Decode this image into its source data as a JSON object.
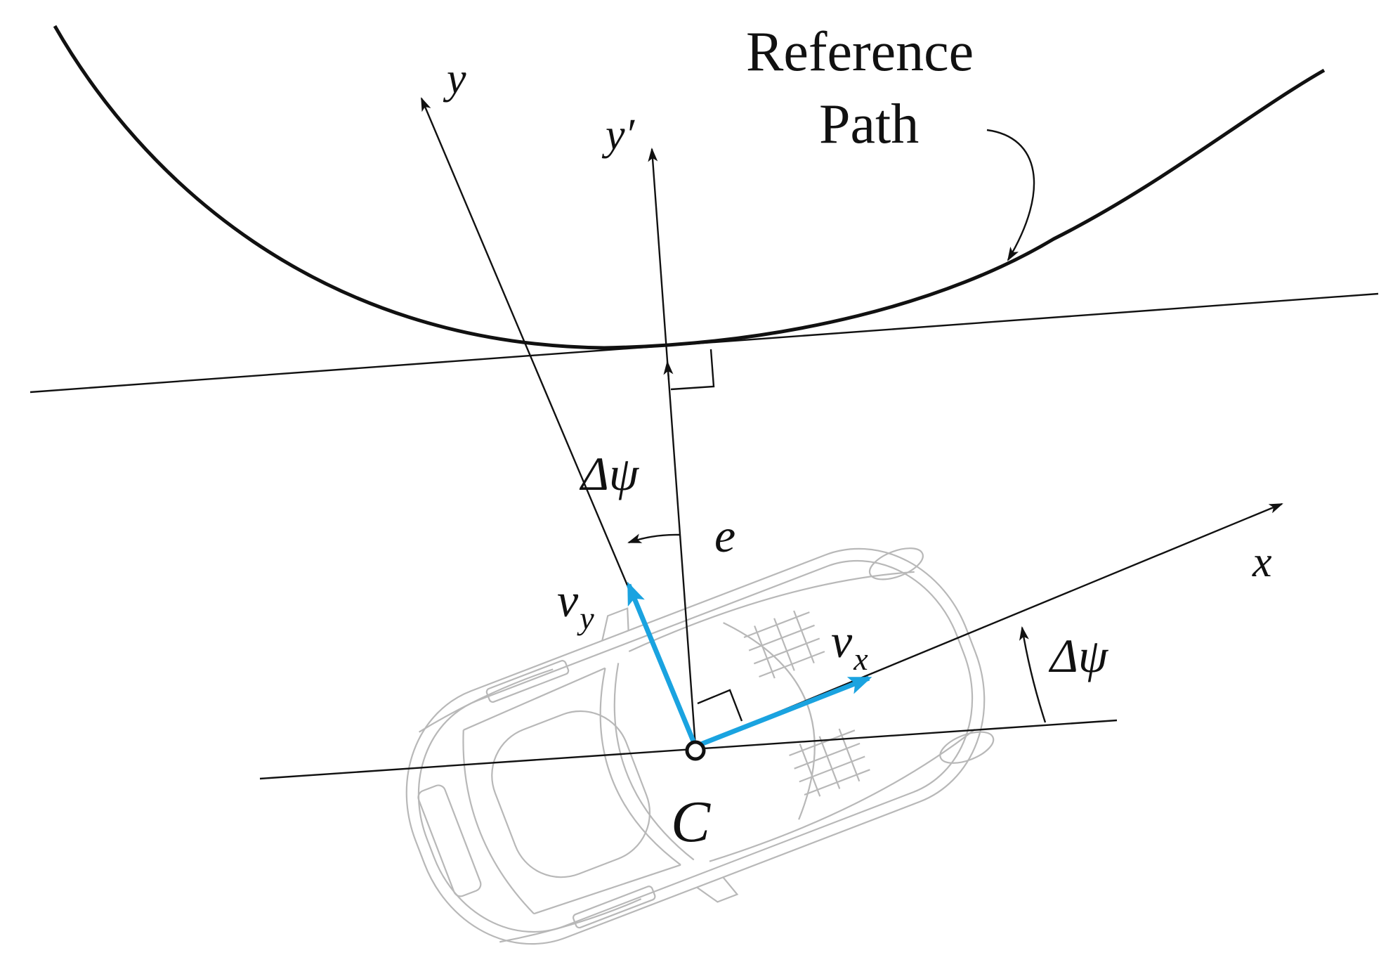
{
  "labels": {
    "reference_line1": "Reference",
    "reference_line2": "Path",
    "axis_y": "y",
    "axis_y_prime": "y′",
    "axis_x": "x",
    "delta_psi": "Δψ",
    "e": "e",
    "v": "v",
    "sub_y": "y",
    "sub_x": "x",
    "center": "C"
  },
  "colors": {
    "velocity": "#1aa3e0",
    "lines": "#111111",
    "car_outline": "#b8b8b8"
  }
}
